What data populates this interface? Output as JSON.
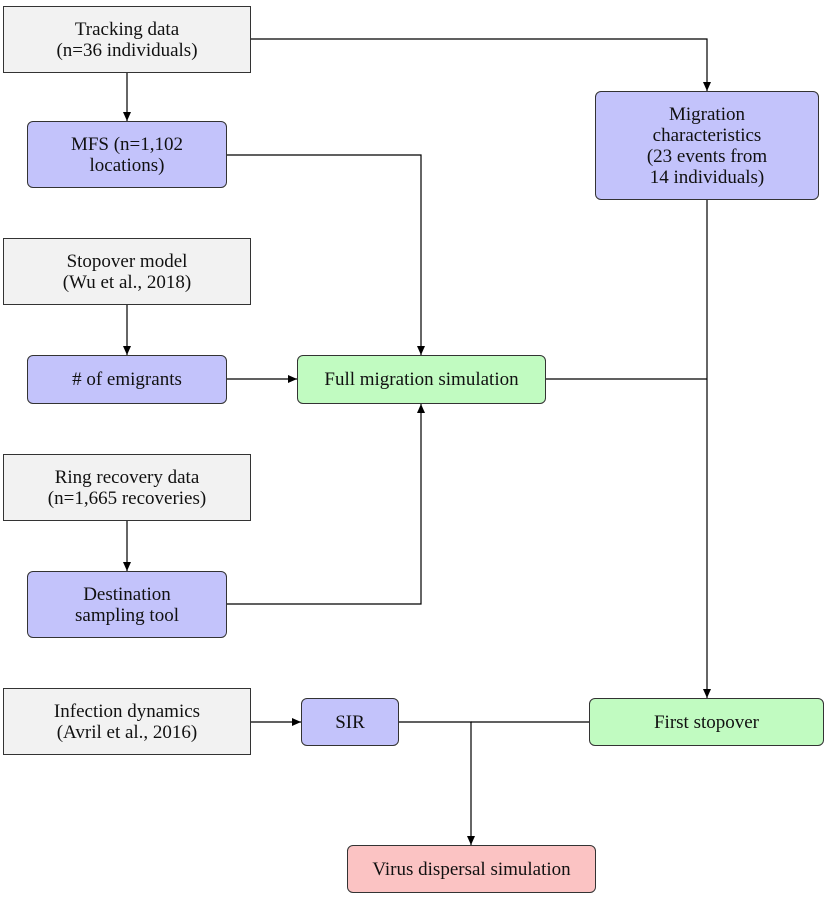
{
  "nodes": {
    "tracking": {
      "lines": [
        "Tracking data",
        "(n=36 individuals)"
      ]
    },
    "mfs": {
      "lines": [
        "MFS (n=1,102",
        "locations)"
      ]
    },
    "migration": {
      "lines": [
        "Migration",
        "characteristics",
        "(23 events from",
        "14 individuals)"
      ]
    },
    "stopover_model": {
      "lines": [
        "Stopover model",
        "(Wu et al., 2018)"
      ]
    },
    "emigrants": {
      "lines": [
        "# of emigrants"
      ]
    },
    "full_sim": {
      "lines": [
        "Full migration simulation"
      ]
    },
    "ring": {
      "lines": [
        "Ring recovery data",
        "(n=1,665 recoveries)"
      ]
    },
    "destination": {
      "lines": [
        "Destination",
        "sampling tool"
      ]
    },
    "infection": {
      "lines": [
        "Infection dynamics",
        "(Avril et al., 2016)"
      ]
    },
    "sir": {
      "lines": [
        "SIR"
      ]
    },
    "first_stopover": {
      "lines": [
        "First stopover"
      ]
    },
    "virus": {
      "lines": [
        "Virus dispersal simulation"
      ]
    }
  },
  "edges": [
    {
      "from": "tracking",
      "to": "mfs"
    },
    {
      "from": "tracking",
      "to": "migration"
    },
    {
      "from": "mfs",
      "to": "full_sim"
    },
    {
      "from": "stopover_model",
      "to": "emigrants"
    },
    {
      "from": "emigrants",
      "to": "full_sim"
    },
    {
      "from": "ring",
      "to": "destination"
    },
    {
      "from": "destination",
      "to": "full_sim"
    },
    {
      "from": "migration",
      "to": "first_stopover"
    },
    {
      "from": "full_sim",
      "to": "first_stopover"
    },
    {
      "from": "infection",
      "to": "sir"
    },
    {
      "from": "sir",
      "to": "virus"
    },
    {
      "from": "first_stopover",
      "to": "virus"
    }
  ],
  "colors": {
    "input": "#f2f2f2",
    "process": "#c3c3fb",
    "simulation": "#c1fbc1",
    "output": "#fbc3c3",
    "line": "#000000"
  }
}
